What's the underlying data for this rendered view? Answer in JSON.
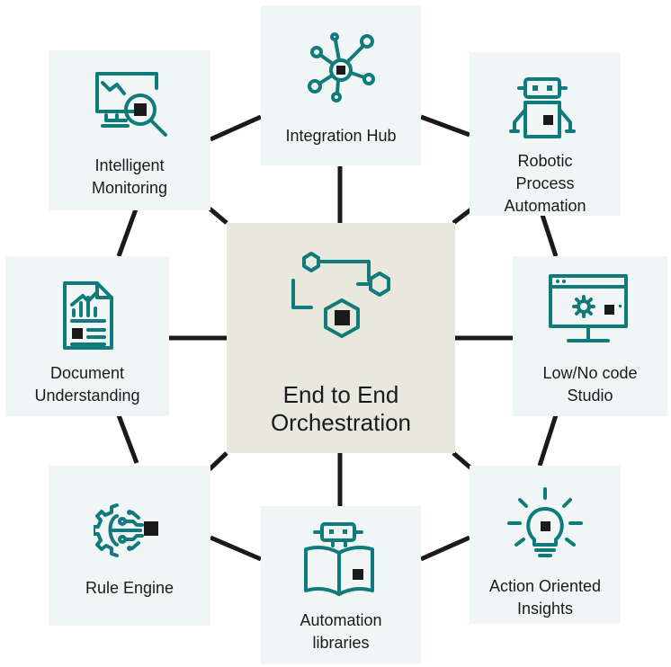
{
  "center": {
    "title_line1": "End to End",
    "title_line2": "Orchestration",
    "icon": "orchestration-icon"
  },
  "nodes": [
    {
      "id": "integration-hub",
      "lines": [
        "Integration Hub"
      ],
      "icon": "network-hub-icon"
    },
    {
      "id": "robotic-process-automation",
      "lines": [
        "Robotic",
        "Process",
        "Automation"
      ],
      "icon": "robot-icon"
    },
    {
      "id": "low-no-code-studio",
      "lines": [
        "Low/No code",
        "Studio"
      ],
      "icon": "monitor-gear-icon"
    },
    {
      "id": "action-oriented-insights",
      "lines": [
        "Action Oriented",
        "Insights"
      ],
      "icon": "lightbulb-icon"
    },
    {
      "id": "automation-libraries",
      "lines": [
        "Automation",
        "libraries"
      ],
      "icon": "robot-book-icon"
    },
    {
      "id": "rule-engine",
      "lines": [
        "Rule Engine"
      ],
      "icon": "gear-circuit-icon"
    },
    {
      "id": "document-understanding",
      "lines": [
        "Document",
        "Understanding"
      ],
      "icon": "document-chart-icon"
    },
    {
      "id": "intelligent-monitoring",
      "lines": [
        "Intelligent",
        "Monitoring"
      ],
      "icon": "monitor-magnifier-icon"
    }
  ],
  "colors": {
    "accent": "#117a7a",
    "node_bg": "#f0f6f6",
    "center_bg": "#e8e8df",
    "line": "#1a1a1a"
  }
}
